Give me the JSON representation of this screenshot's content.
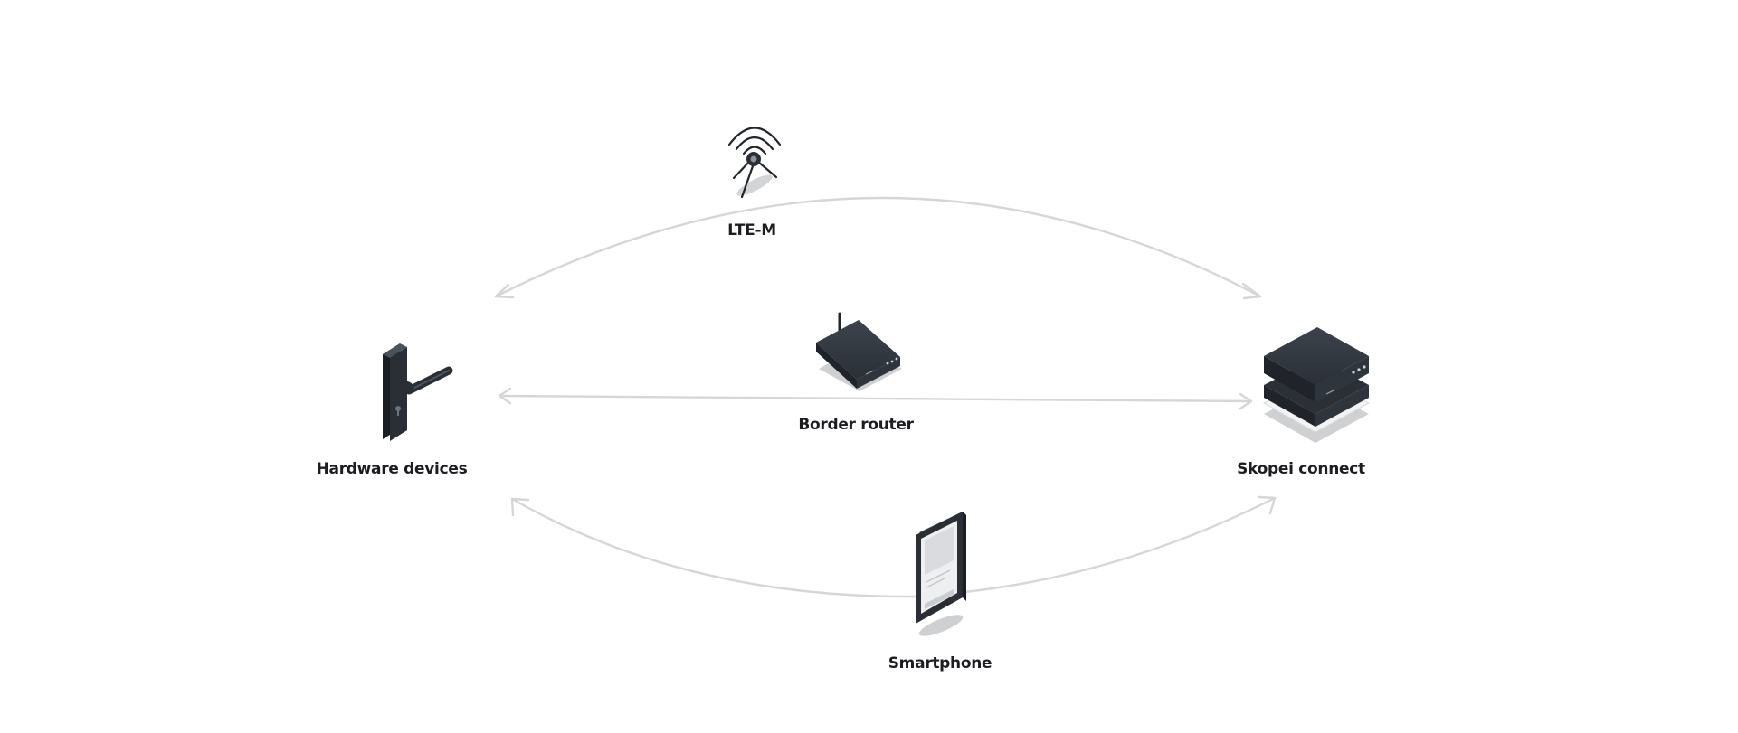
{
  "nodes": {
    "lte": {
      "label": "LTE-M",
      "icon": "antenna-icon"
    },
    "border_router": {
      "label": "Border router",
      "icon": "router-icon"
    },
    "hardware_devices": {
      "label": "Hardware devices",
      "icon": "door-handle-icon"
    },
    "skopei_connect": {
      "label": "Skopei connect",
      "icon": "server-icon"
    },
    "smartphone": {
      "label": "Smartphone",
      "icon": "smartphone-icon"
    }
  },
  "connections": [
    {
      "from": "hardware_devices",
      "to": "skopei_connect",
      "via": "lte",
      "bidirectional": true
    },
    {
      "from": "hardware_devices",
      "to": "skopei_connect",
      "via": "border_router",
      "bidirectional": true
    },
    {
      "from": "hardware_devices",
      "to": "skopei_connect",
      "via": "smartphone",
      "bidirectional": true
    }
  ],
  "colors": {
    "background": "#ffffff",
    "connector": "#d6d6d6",
    "device_dark": "#2a2f36",
    "device_mid": "#3b424b",
    "shadow": "#c9cacc",
    "label": "#1b1d21"
  }
}
